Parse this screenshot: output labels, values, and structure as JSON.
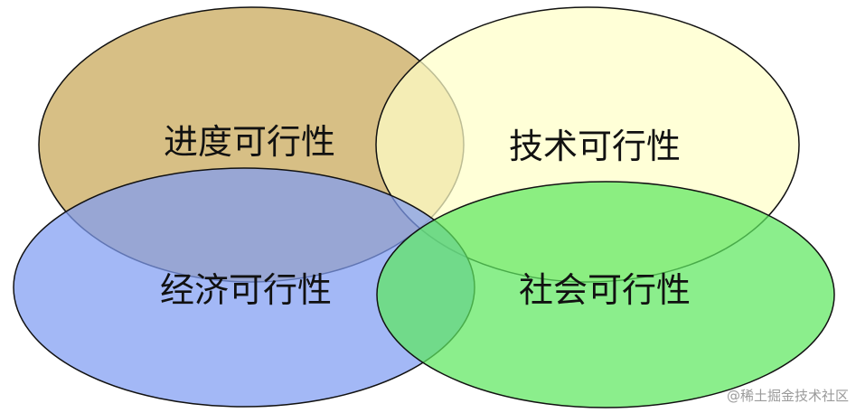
{
  "diagram": {
    "ellipses": [
      {
        "id": "schedule",
        "label": "进度可行性",
        "fill": "#c8a656",
        "order": 1
      },
      {
        "id": "technical",
        "label": "技术可行性",
        "fill": "#ffffc8",
        "order": 2
      },
      {
        "id": "economic",
        "label": "经济可行性",
        "fill": "#7f9cf2",
        "order": 3
      },
      {
        "id": "social",
        "label": "社会可行性",
        "fill": "#5ee860",
        "order": 4
      }
    ]
  },
  "watermark": "@稀土掘金技术社区"
}
